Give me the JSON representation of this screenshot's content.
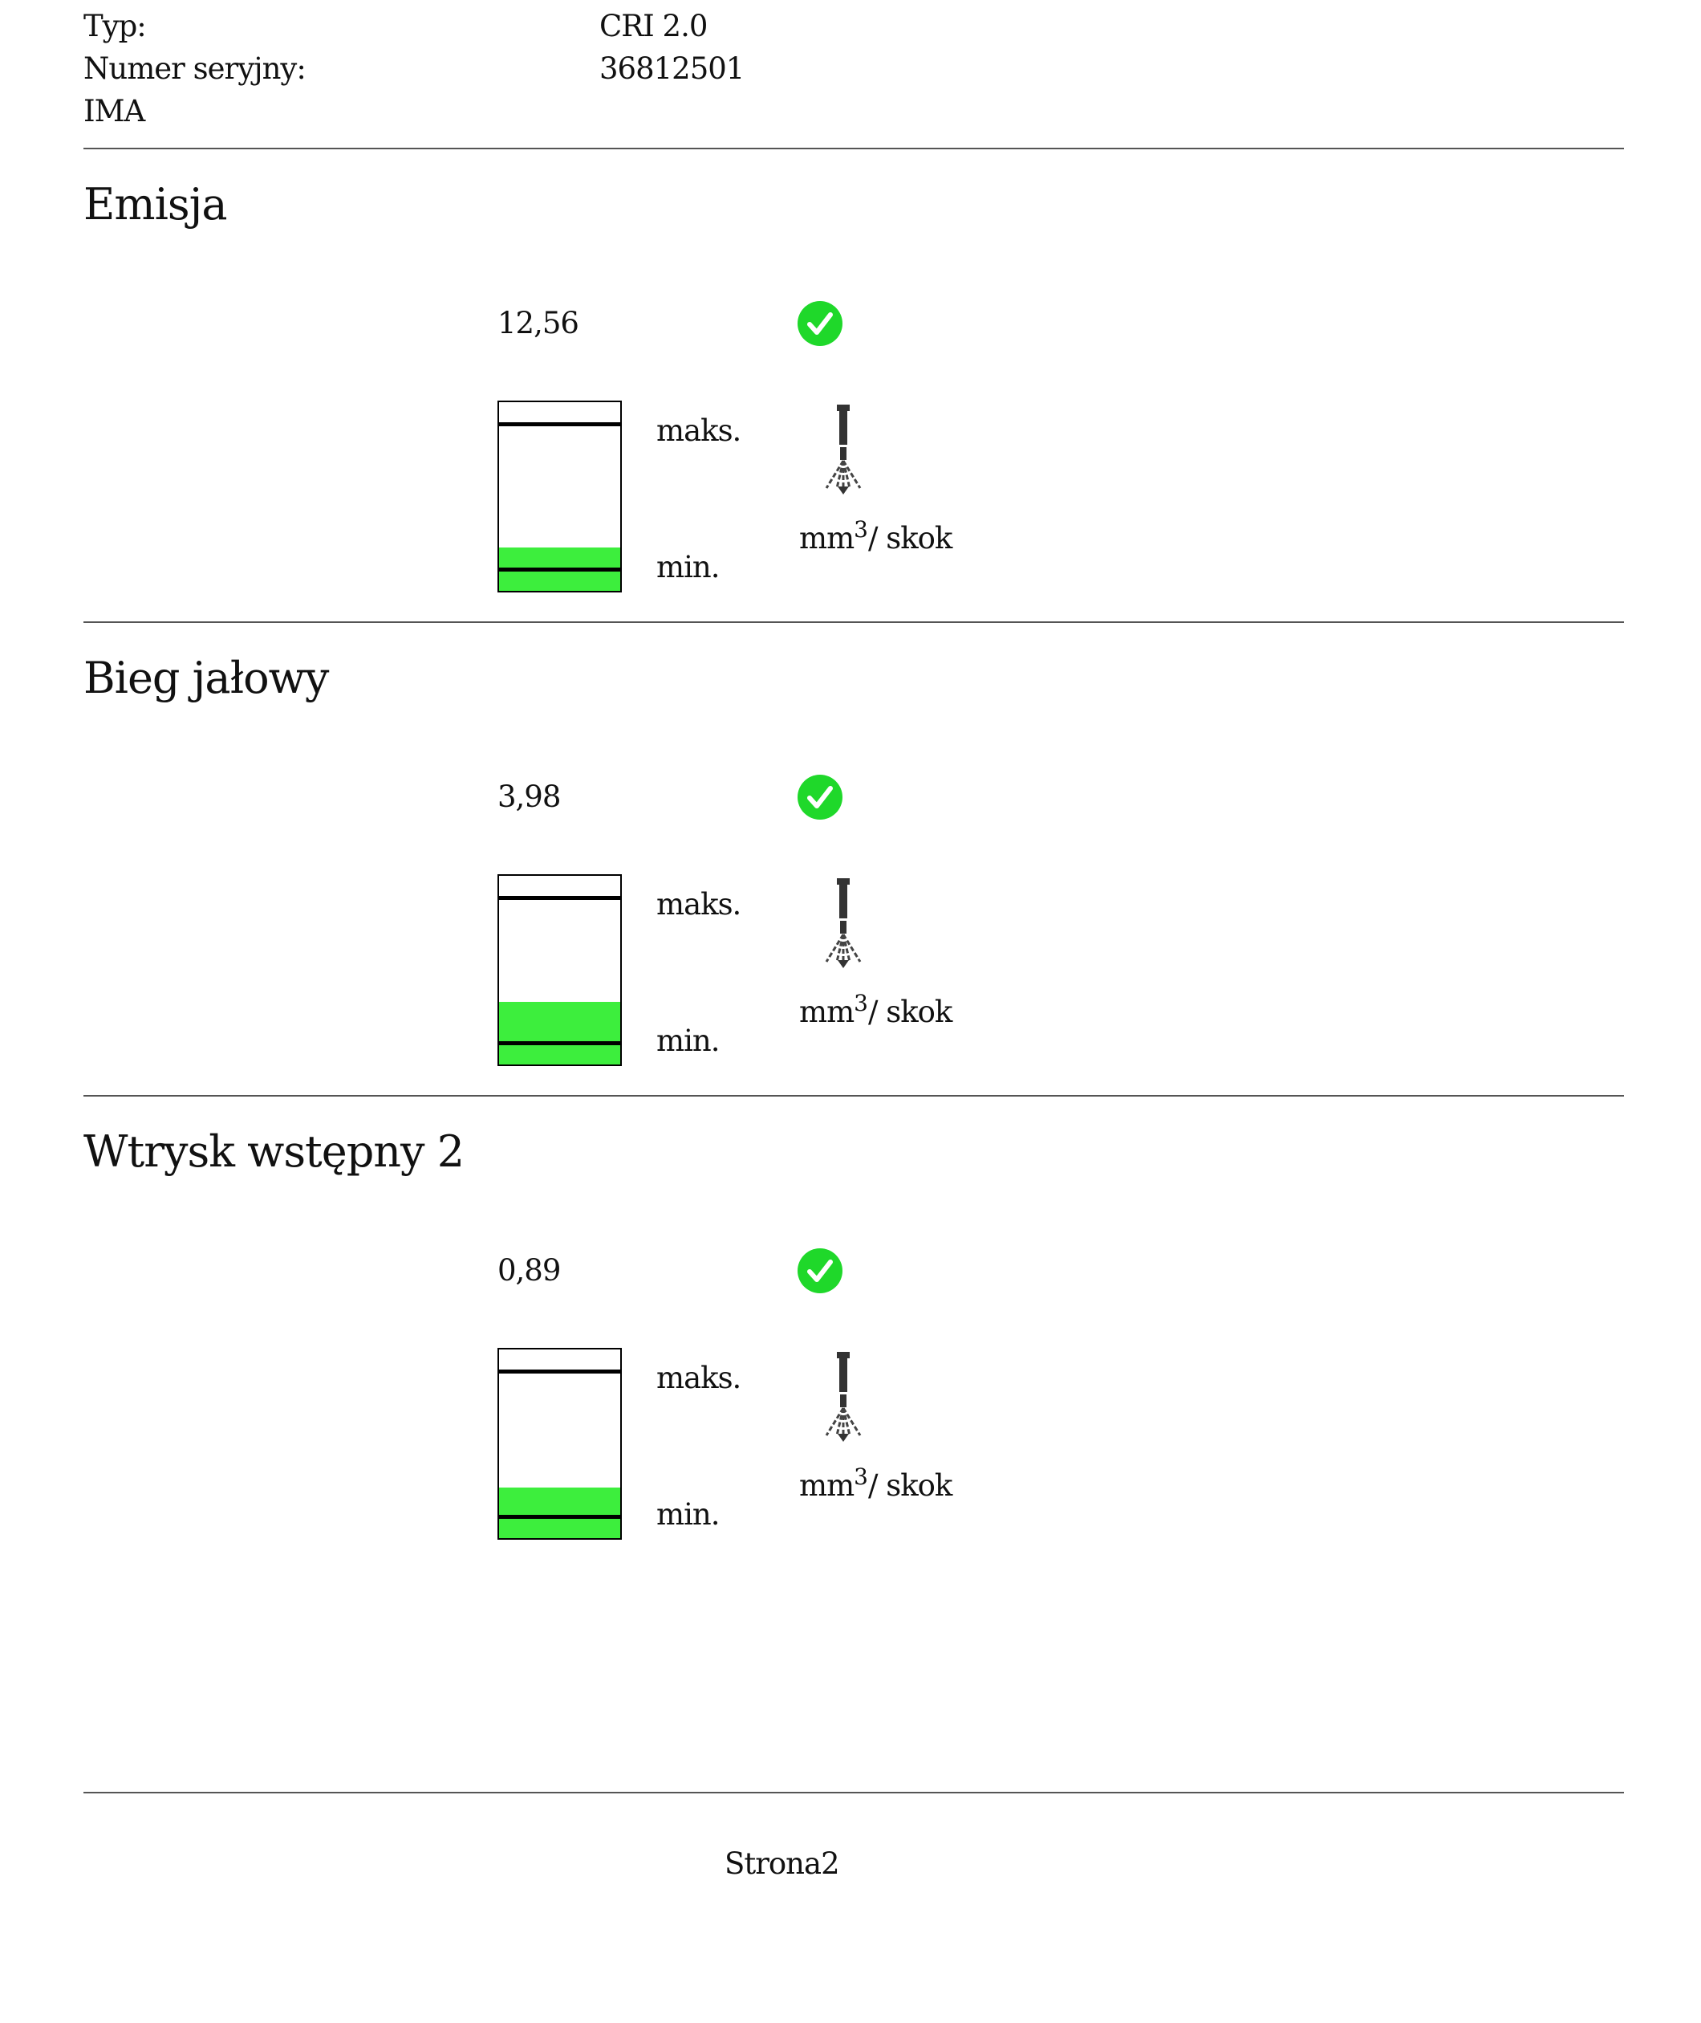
{
  "header": {
    "rows": [
      {
        "label": "Typ:",
        "value": "CRI 2.0"
      },
      {
        "label": "Numer seryjny:",
        "value": "36812501"
      },
      {
        "label": "IMA",
        "value": ""
      }
    ]
  },
  "sections": [
    {
      "title": "Emisja",
      "value": "12,56",
      "status": "ok",
      "max_label": "maks.",
      "min_label": "min.",
      "unit_main": "mm",
      "unit_sup": "3",
      "unit_rest": "/ skok",
      "fill_fraction": 0.23
    },
    {
      "title": "Bieg jałowy",
      "value": "3,98",
      "status": "ok",
      "max_label": "maks.",
      "min_label": "min.",
      "unit_main": "mm",
      "unit_sup": "3",
      "unit_rest": "/ skok",
      "fill_fraction": 0.33
    },
    {
      "title": "Wtrysk wstępny 2",
      "value": "0,89",
      "status": "ok",
      "max_label": "maks.",
      "min_label": "min.",
      "unit_main": "mm",
      "unit_sup": "3",
      "unit_rest": "/ skok",
      "fill_fraction": 0.27
    }
  ],
  "colors": {
    "ok": "#1fd82a",
    "fill": "#3dee3d"
  },
  "icons": {
    "status": "check-circle-icon",
    "injector": "injector-spray-icon"
  },
  "footer": {
    "page": "Strona2"
  }
}
